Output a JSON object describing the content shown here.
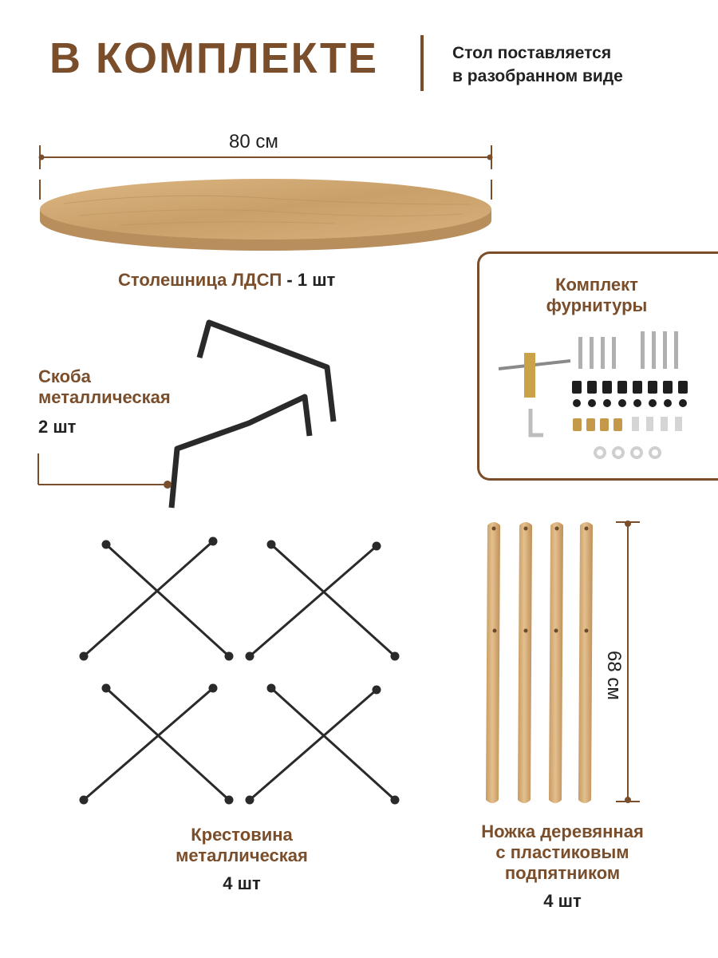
{
  "header": {
    "title": "В КОМПЛЕКТЕ",
    "subtitle_line1": "Стол поставляется",
    "subtitle_line2": "в разобранном виде"
  },
  "tabletop": {
    "dimension": "80 см",
    "label_name": "Столешница ЛДСП",
    "label_qty": "- 1 шт"
  },
  "hardware": {
    "title_line1": "Комплект",
    "title_line2": "фурнитуры"
  },
  "bracket": {
    "line1": "Скоба",
    "line2": "металлическая",
    "qty": "2 шт"
  },
  "crosspiece": {
    "line1": "Крестовина",
    "line2": "металлическая",
    "qty": "4 шт"
  },
  "leg": {
    "line1": "Ножка деревянная",
    "line2": "с пластиковым",
    "line3": "подпятником",
    "qty": "4 шт",
    "dimension": "68 см"
  },
  "colors": {
    "accent": "#7a4e2b",
    "text": "#222222",
    "wood": "#d9b07a",
    "metal": "#2a2a2a"
  }
}
